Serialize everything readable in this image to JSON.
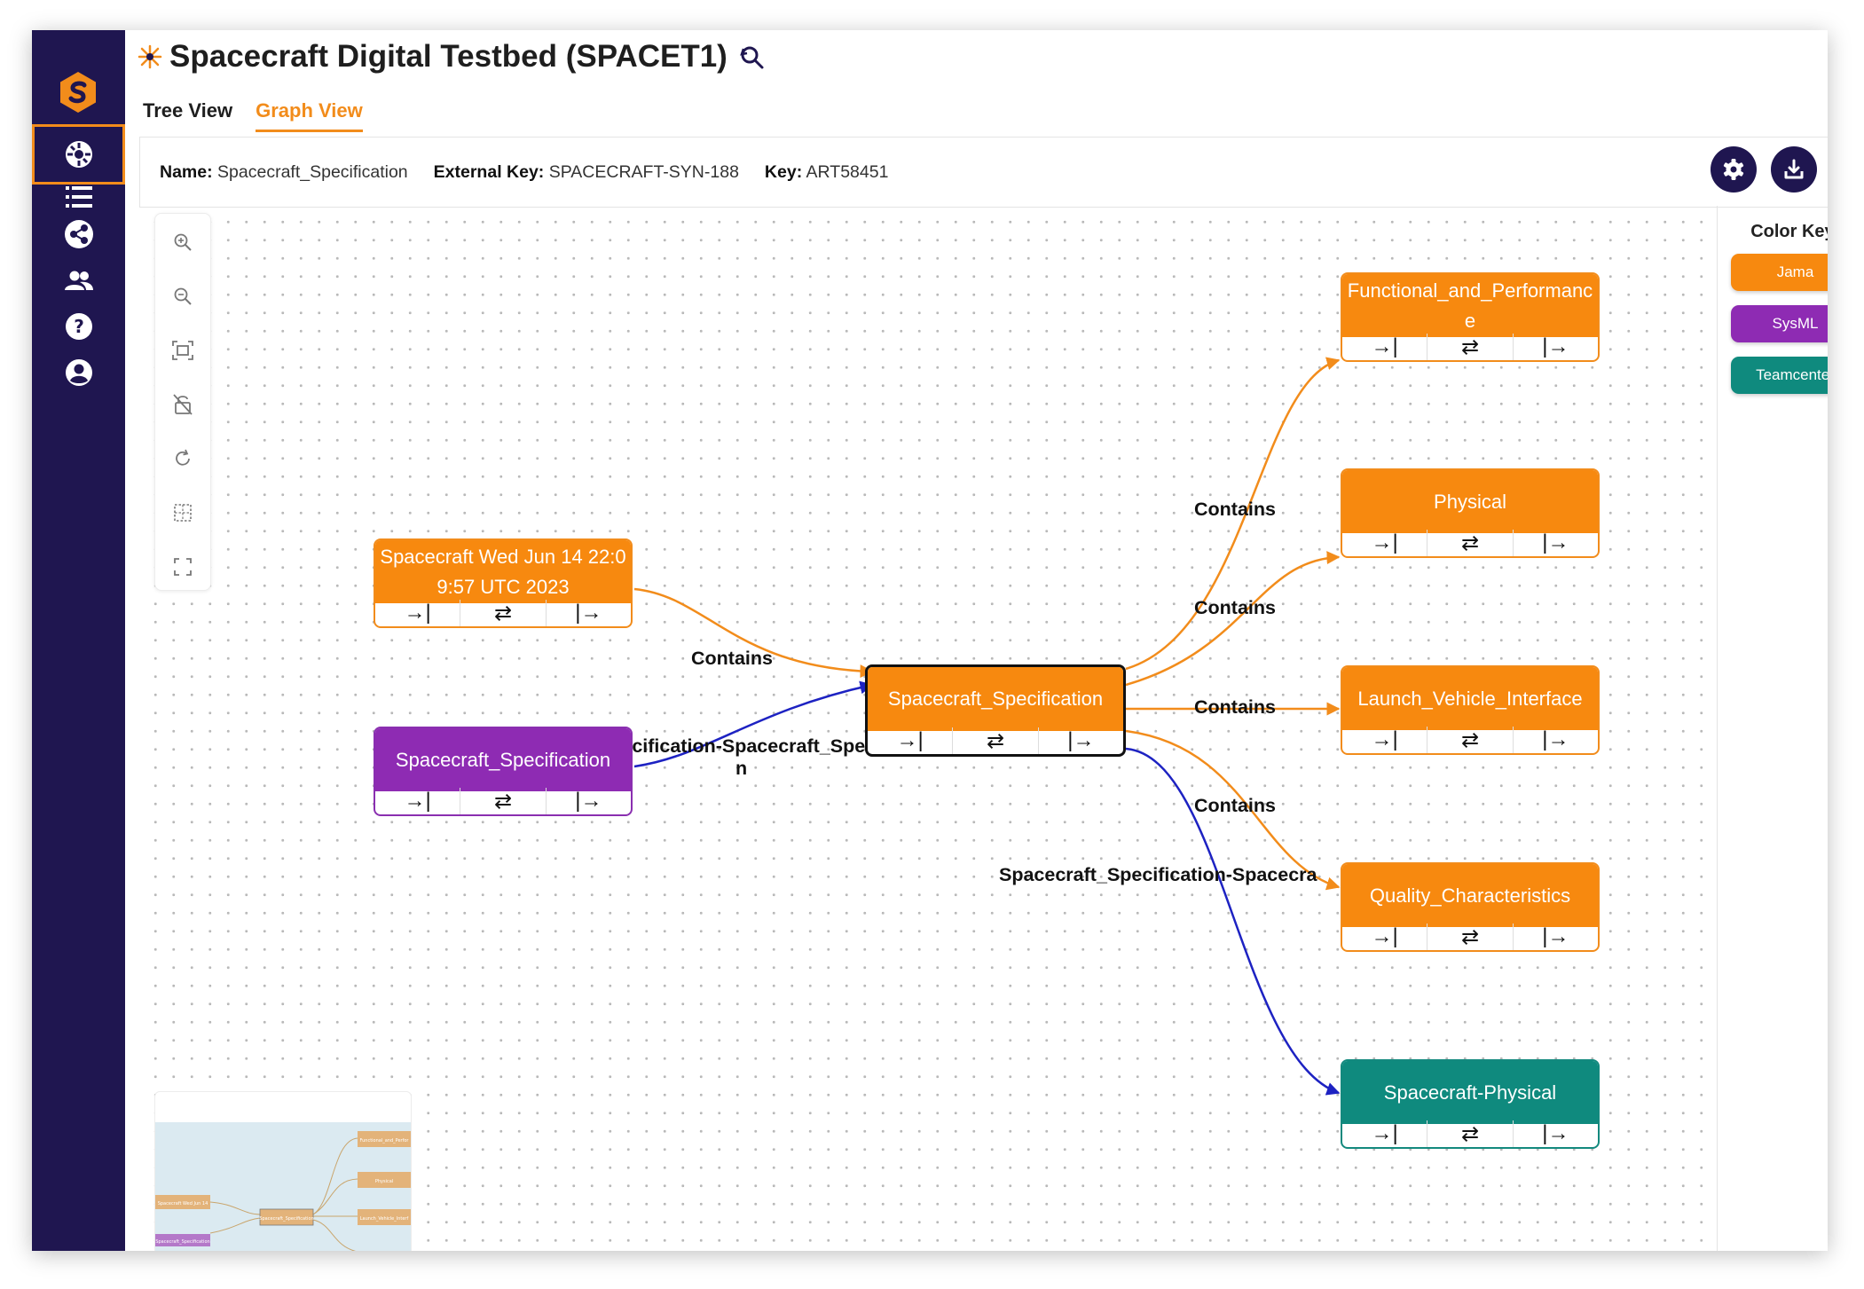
{
  "app": {
    "title": "Spacecraft Digital Testbed (SPACET1)",
    "brand_color": "#f28c1b",
    "sidebar_color": "#1f1650"
  },
  "sidebar": {
    "items": [
      {
        "icon": "dashboard-icon",
        "active": true
      },
      {
        "icon": "list-icon",
        "active": false
      },
      {
        "icon": "share-network-icon",
        "active": false
      },
      {
        "icon": "people-icon",
        "active": false
      },
      {
        "icon": "help-icon",
        "active": false
      },
      {
        "icon": "account-icon",
        "active": false
      }
    ]
  },
  "tabs": [
    {
      "label": "Tree View",
      "active": false
    },
    {
      "label": "Graph View",
      "active": true
    }
  ],
  "info": {
    "name_label": "Name:",
    "name_value": "Spacecraft_Specification",
    "external_key_label": "External Key:",
    "external_key_value": "SPACECRAFT-SYN-188",
    "key_label": "Key:",
    "key_value": "ART58451"
  },
  "graph": {
    "nodes": {
      "root_source": {
        "label": "Spacecraft Wed Jun 14 22:09:57 UTC 2023",
        "color": "#f7890f"
      },
      "sysml_source": {
        "label": "Spacecraft_Specification",
        "color": "#8e2bb3"
      },
      "center": {
        "label": "Spacecraft_Specification",
        "color": "#f7890f"
      },
      "functional": {
        "label": "Functional_and_Performance",
        "color": "#f7890f"
      },
      "physical": {
        "label": "Physical",
        "color": "#f7890f"
      },
      "launch": {
        "label": "Launch_Vehicle_Interface",
        "color": "#f7890f"
      },
      "quality": {
        "label": "Quality_Characteristics",
        "color": "#f7890f"
      },
      "spacecraft_physical": {
        "label": "Spacecraft-Physical",
        "color": "#0f8a7e"
      }
    },
    "node_actions": {
      "in": "→|",
      "swap": "⇄",
      "out": "|→"
    },
    "edge_labels": {
      "contains": "Contains",
      "sysml_link": "Spacecraft_Specification-Spacecraft_Specificatio",
      "sysml_link_wrap": "n",
      "teamcenter_link": "Spacecraft_Specification-Spacecra"
    }
  },
  "color_keys": {
    "title": "Color Keys",
    "items": [
      {
        "label": "Jama",
        "color": "#f7890f"
      },
      {
        "label": "SysML",
        "color": "#8e2bb3"
      },
      {
        "label": "Teamcenter",
        "color": "#0f8a7e"
      }
    ]
  },
  "minimap": {
    "nodes": [
      "Spacecraft Wed Jun 14",
      "Spacecraft_Specification",
      "Spacecraft_Specification",
      "Functional_and_Perfor",
      "Physical",
      "Launch_Vehicle_Interf"
    ]
  }
}
